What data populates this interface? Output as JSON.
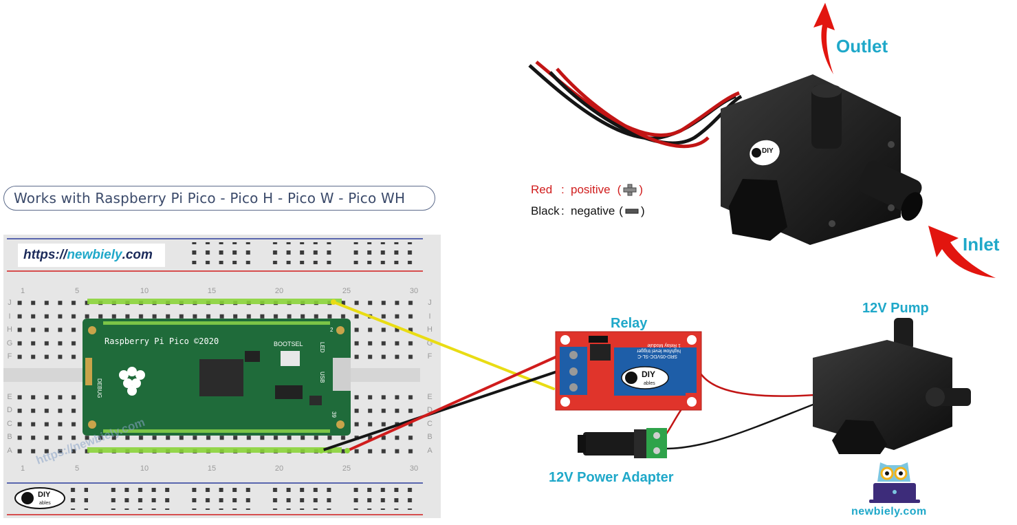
{
  "banner": {
    "compat_text": "Works with Raspberry Pi Pico - Pico H - Pico W - Pico WH"
  },
  "breadboard": {
    "url_prefix": "https://",
    "url_brand": "newbiely",
    "url_suffix": ".com",
    "col_numbers": [
      "1",
      "5",
      "10",
      "15",
      "20",
      "25",
      "30"
    ],
    "row_letters_top": [
      "J",
      "I",
      "H",
      "G",
      "F"
    ],
    "row_letters_bottom": [
      "E",
      "D",
      "C",
      "B",
      "A"
    ],
    "watermark": "https://newbiely.com",
    "logo_text": "DIY",
    "logo_sub": "ables"
  },
  "pico": {
    "board_label": "Raspberry Pi Pico ©2020",
    "bootsel": "BOOTSEL",
    "debug": "DEBUG",
    "led": "LED",
    "usb": "USB",
    "pin2": "2",
    "pin39": "39"
  },
  "relay": {
    "title": "Relay",
    "module_text": "1 Relay Module",
    "trigger_text": "high/low level trigger",
    "model_text": "SRD-05VDC-SL-C",
    "logo": "DIY",
    "logo_sub": "ables"
  },
  "pump_photo": {
    "outlet": "Outlet",
    "inlet": "Inlet",
    "logo": "DIY"
  },
  "pump_small": {
    "title": "12V Pump"
  },
  "adapter": {
    "title": "12V Power Adapter"
  },
  "legend": {
    "red_label": "Red",
    "red_sep": ":",
    "red_text": "positive",
    "black_label": "Black",
    "black_sep": ":",
    "black_text": "negative"
  },
  "credit": {
    "site": "newbiely.com"
  },
  "colors": {
    "accent": "#1fa8c9",
    "wire_red": "#d01c1c",
    "wire_black": "#151515",
    "wire_yellow": "#f2e21a",
    "pico_green": "#1f6b3a",
    "relay_red": "#e0342b"
  }
}
